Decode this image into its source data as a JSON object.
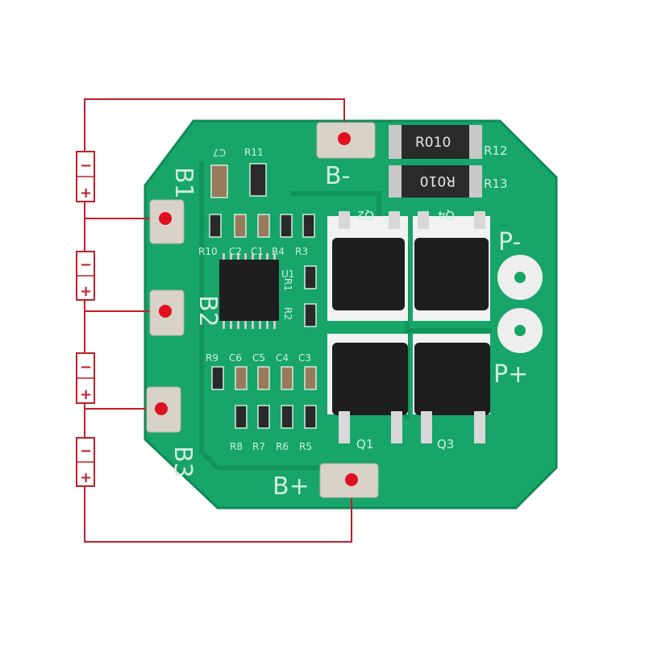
{
  "board": {
    "pads": {
      "b1": "B1",
      "b2": "B2",
      "b3": "B3",
      "b_minus": "B-",
      "b_plus": "B+",
      "p_minus": "P-",
      "p_plus": "P+"
    },
    "shunts": [
      {
        "marking": "R010",
        "ref": "R12"
      },
      {
        "marking": "R010",
        "ref": "R13"
      }
    ],
    "refs_top": [
      "C7",
      "R11"
    ],
    "refs_row1": [
      "R10",
      "C2",
      "C1",
      "R4",
      "R3"
    ],
    "refs_ic": [
      "U1",
      "R1",
      "R2"
    ],
    "refs_row2": [
      "R9",
      "C6",
      "C5",
      "C4",
      "C3"
    ],
    "refs_row3": [
      "R8",
      "R7",
      "R6",
      "R5"
    ],
    "mosfets": [
      "Q1",
      "Q2",
      "Q3",
      "Q4"
    ]
  },
  "cells": [
    {
      "minus": "−",
      "plus": "+"
    },
    {
      "minus": "−",
      "plus": "+"
    },
    {
      "minus": "−",
      "plus": "+"
    },
    {
      "minus": "−",
      "plus": "+"
    }
  ],
  "colors": {
    "board": "#17a56a",
    "wire": "#c0202a",
    "silk": "#cfeee0",
    "pad": "#d8d2c8"
  }
}
